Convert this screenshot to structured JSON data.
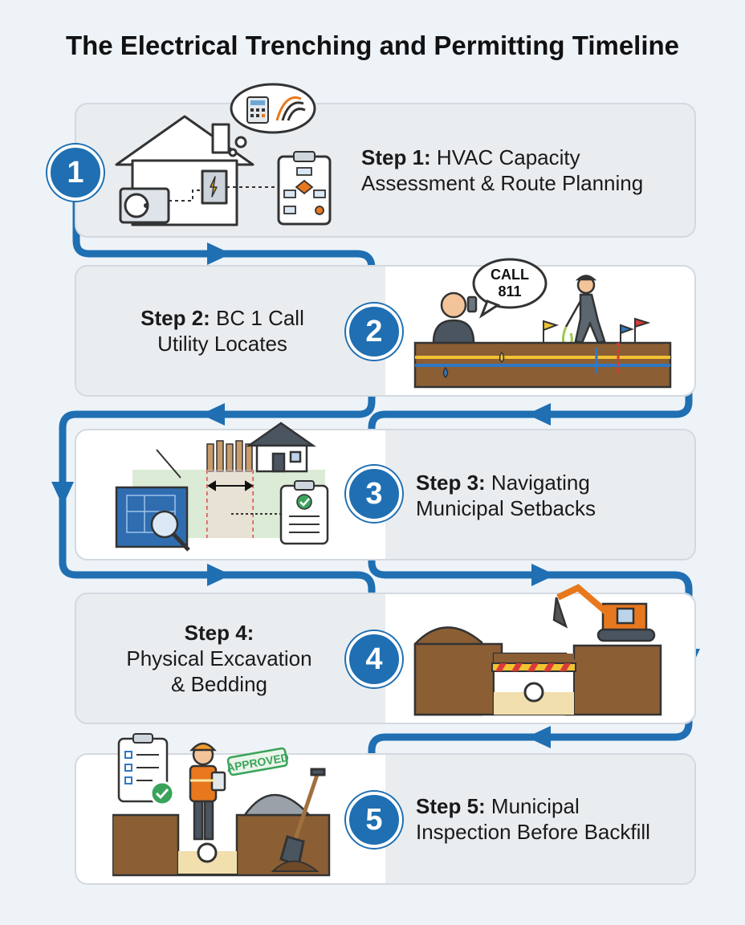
{
  "title": "The Electrical Trenching and Permitting Timeline",
  "steps": [
    {
      "number": "1",
      "label": "Step 1:",
      "line1": "HVAC Capacity",
      "line2": "Assessment & Route Planning",
      "line3": ""
    },
    {
      "number": "2",
      "label": "Step 2:",
      "line1": "BC 1 Call",
      "line2": "Utility Locates",
      "line3": ""
    },
    {
      "number": "3",
      "label": "Step 3:",
      "line1": "Navigating",
      "line2": "Municipal Setbacks",
      "line3": ""
    },
    {
      "number": "4",
      "label": "Step 4:",
      "line1": "",
      "line2": "Physical Excavation",
      "line3": "& Bedding"
    },
    {
      "number": "5",
      "label": "Step 5:",
      "line1": "Municipal",
      "line2": "Inspection Before Backfill",
      "line3": ""
    }
  ],
  "illustrations": {
    "call_bubble": "CALL\n811",
    "call_line1": "CALL",
    "call_line2": "811",
    "approved_stamp": "APPROVED"
  },
  "colors": {
    "accent": "#1f6fb2",
    "soil": "#8b5e34",
    "excavator": "#e8781e"
  }
}
